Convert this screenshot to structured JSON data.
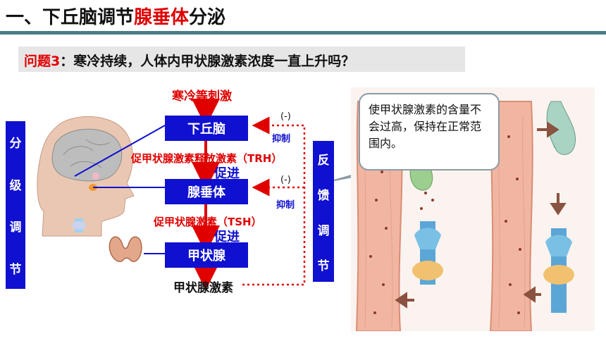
{
  "header": {
    "title_part1": "一、下丘脑调节",
    "title_part2": "腺垂体",
    "title_part3": "分泌"
  },
  "question": {
    "label": "问题3",
    "text": "：寒冷持续，人体内甲状腺激素浓度一直上升吗？"
  },
  "left_bar": {
    "chars": [
      "分",
      "级",
      "调",
      "节"
    ]
  },
  "right_bar": {
    "chars": [
      "反",
      "馈",
      "调",
      "节"
    ]
  },
  "flow": {
    "stimulus": "寒冷等刺激",
    "hypothalamus": "下丘脑",
    "trh": "促甲状腺激素释放激素（TRH）",
    "promote1": "促进",
    "pituitary": "腺垂体",
    "tsh": "促甲状腺激素（TSH）",
    "promote2": "促进",
    "thyroid": "甲状腺",
    "hormone": "甲状腺激素",
    "neg1": "(-)",
    "inhibit1": "抑制",
    "neg2": "(-)",
    "inhibit2": "抑制"
  },
  "callout": {
    "text": "使甲状腺激素的含量不会过高，保持在正常范围内。"
  },
  "colors": {
    "accent_blue": "#1010d0",
    "accent_red": "#e00000",
    "title_rule": "#4a7d86",
    "question_bg": "#e6e6e6"
  }
}
